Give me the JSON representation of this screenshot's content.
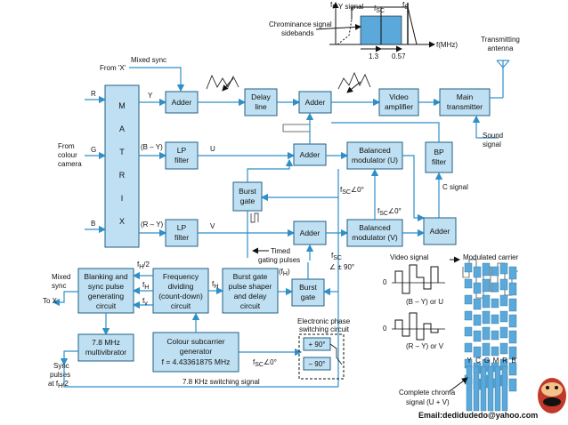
{
  "spectrum": {
    "fp": "f",
    "fp_sub": "P",
    "y_signal": "Y signal",
    "fsc": "f",
    "fsc_sub": "SC",
    "fs": "f",
    "fs_sub": "S",
    "chroma_label_1": "Chrominance signal",
    "chroma_label_2": "sidebands",
    "fmhz": "f(MHz)",
    "bw1": "1.3",
    "bw2": "0.57"
  },
  "antenna": {
    "label_1": "Transmitting",
    "label_2": "antenna"
  },
  "inputs": {
    "mixed_sync": "Mixed sync",
    "from_x": "From 'X'",
    "r": "R",
    "g": "G",
    "b": "B",
    "camera_1": "From",
    "camera_2": "colour",
    "camera_3": "camera"
  },
  "matrix_letters": [
    "M",
    "A",
    "T",
    "R",
    "I",
    "X"
  ],
  "signals": {
    "y": "Y",
    "b_y": "(B – Y)",
    "r_y": "(R – Y)",
    "u": "U",
    "v": "V",
    "fh": "(f",
    "fh_sub": "H",
    "fh_close": ")",
    "fsc0": "f",
    "fsc0_sub": "SC",
    "fsc0_tail": "∠0°",
    "fsc90": "f",
    "fsc90_sub": "SC",
    "pm90": "∠ ± 90°",
    "fsc_out": "f",
    "fsc_out_sub": "SC",
    "fsc_out_tail": "∠0°",
    "c_signal": "C signal",
    "sound_1": "Sound",
    "sound_2": "signal",
    "timed_1": "Timed",
    "timed_2": "gating pulses",
    "fh2": "f",
    "fh2_sub": "H",
    "fh2_tail": "/2",
    "fh_lbl": "f",
    "fh_lbl_sub": "H",
    "fv": "f",
    "fv_sub": "v",
    "fh_in": "f",
    "fh_in_sub": "H",
    "mixed_sync_out_1": "Mixed",
    "mixed_sync_out_2": "sync",
    "to_x": "To X",
    "sync_1": "Sync",
    "sync_2": "pulses",
    "sync_3": "at f",
    "sync_3_sub": "H",
    "sync_3_tail": "/2",
    "switching": "7.8 KHz switching signal"
  },
  "blocks": {
    "adder_y": "Adder",
    "delay_1": "Delay",
    "delay_2": "line",
    "adder_main": "Adder",
    "video_1": "Video",
    "video_2": "amplifier",
    "main_1": "Main",
    "main_2": "transmitter",
    "lpu_1": "LP",
    "lpu_2": "filter",
    "lpv_1": "LP",
    "lpv_2": "filter",
    "adder_u": "Adder",
    "bal_u_1": "Balanced",
    "bal_u_2": "modulator (U)",
    "bp_1": "BP",
    "bp_2": "filter",
    "burst_1": "Burst",
    "burst_2": "gate",
    "adder_v": "Adder",
    "bal_v_1": "Balanced",
    "bal_v_2": "modulator (V)",
    "adder_c": "Adder",
    "blank_1": "Blanking and",
    "blank_2": "sync pulse",
    "blank_3": "generating",
    "blank_4": "circuit",
    "freq_1": "Frequency",
    "freq_2": "dividing",
    "freq_3": "(count-down)",
    "freq_4": "circuit",
    "bgate_1": "Burst gate",
    "bgate_2": "pulse shaper",
    "bgate_3": "and delay",
    "bgate_4": "circuit",
    "burst2_1": "Burst",
    "burst2_2": "gate",
    "mv_1": "7.8 MHz",
    "mv_2": "multivibrator",
    "osc_1": "Colour subcarrier",
    "osc_2": "generator",
    "osc_3": "f = 4.43361875 MHz",
    "osc_out": "f",
    "osc_out_sub": "SC",
    "osc_out_tail": "∠0°",
    "eps_title_1": "Electronic phase",
    "eps_title_2": "switching circuit",
    "plus90": "+ 90°",
    "minus90": "– 90°"
  },
  "waveforms": {
    "video_signal": "Video signal",
    "modulated_carrier": "Modulated carrier",
    "zero_top": "0",
    "zero_bottom": "0",
    "b_y_or_u": "(B – Y) or U",
    "r_y_or_v": "(R – Y) or V",
    "bars": [
      "Y",
      "C",
      "G",
      "M",
      "R",
      "B"
    ],
    "chroma_1": "Complete chroma",
    "chroma_2": "signal (U + V)"
  },
  "footer": {
    "email": "Email:dedidudedo@yahoo.com"
  },
  "colors": {
    "block_fill": "#bfe0f2",
    "block_stroke": "#1f5f86",
    "wire": "#2f8fc7",
    "carrier": "#5aa9da"
  }
}
